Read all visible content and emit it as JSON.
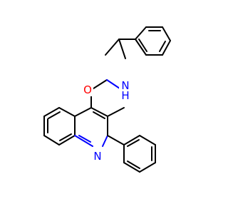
{
  "molecule": {
    "colors": {
      "bond": "#000000",
      "oxygen": "#ff0000",
      "nitrogen": "#0000ff",
      "background": "#ffffff"
    },
    "atom_labels": {
      "carbonyl_oxygen": "O",
      "amide_nitrogen": "N",
      "amide_hydrogen": "H",
      "ring_nitrogen": "N"
    }
  }
}
